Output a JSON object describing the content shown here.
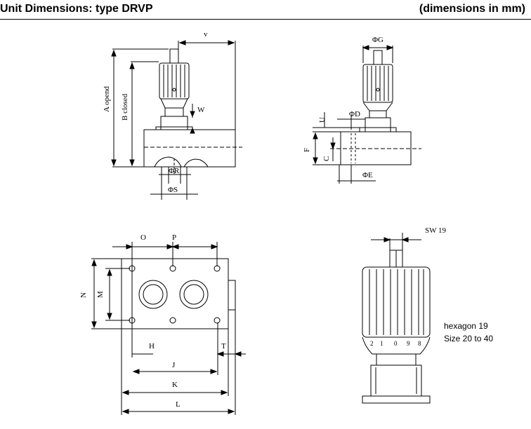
{
  "header": {
    "title": "Unit Dimensions: type DRVP",
    "units": "(dimensions in mm)"
  },
  "side_view": {
    "labels": {
      "v": "v",
      "A": "A opend",
      "B": "B closed",
      "W": "W",
      "R": "ΦR",
      "S": "ΦS"
    }
  },
  "front_view": {
    "labels": {
      "G": "ΦG",
      "U": "U",
      "D": "ΦD",
      "F": "F",
      "C": "C",
      "E": "ΦE"
    }
  },
  "bottom_view": {
    "labels": {
      "O": "O",
      "P": "P",
      "N": "N",
      "M": "M",
      "H": "H",
      "T": "T",
      "J": "J",
      "K": "K",
      "L": "L"
    }
  },
  "knob_detail": {
    "sw_label": "SW 19",
    "scale_ticks": [
      "2",
      "1",
      "0",
      "9",
      "8"
    ],
    "note_line1": "hexagon 19",
    "note_line2": "Size 20 to 40"
  }
}
